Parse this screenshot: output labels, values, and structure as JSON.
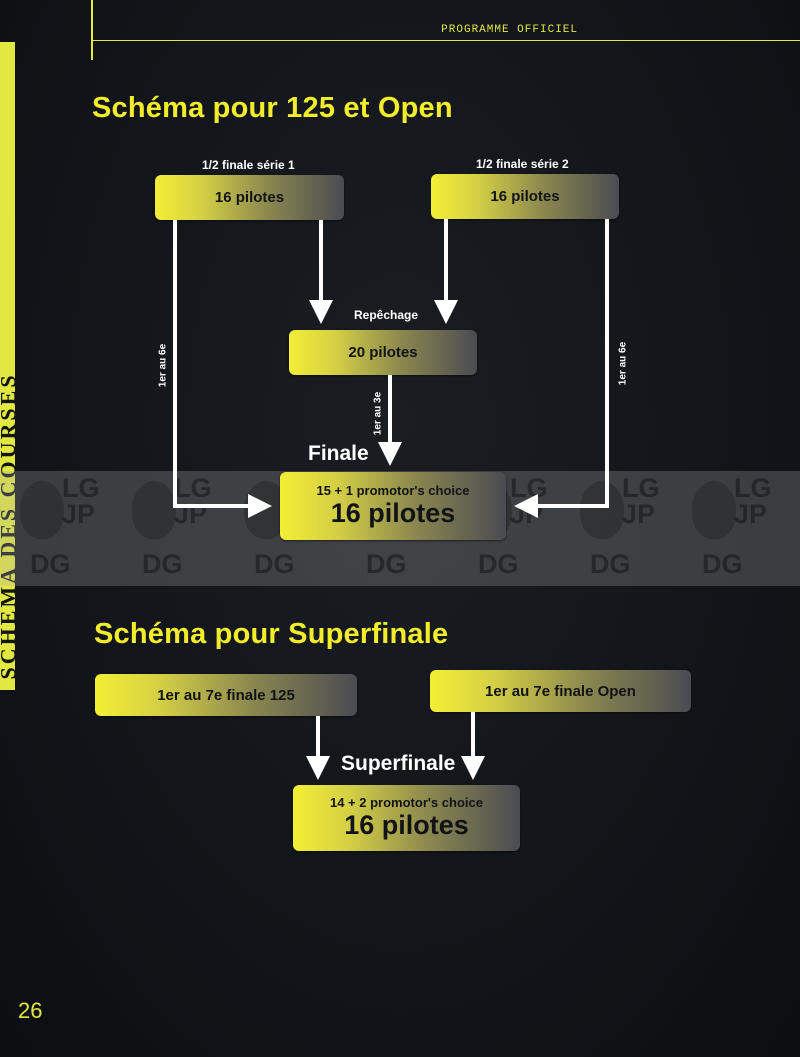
{
  "header": {
    "text": "PROGRAMME OFFICIEL"
  },
  "side_strip": {
    "text": "SCHÉMA DES COURSES"
  },
  "section1": {
    "title": "Schéma pour 125 et Open",
    "semi1_label": "1/2 finale série 1",
    "semi1_box": "16 pilotes",
    "semi2_label": "1/2 finale série 2",
    "semi2_box": "16 pilotes",
    "repechage_label": "Repêchage",
    "repechage_box": "20 pilotes",
    "left_flow_label": "1er au 6e",
    "right_flow_label": "1er au 6e",
    "repechage_flow_label": "1er au 3e",
    "finale_label": "Finale",
    "finale_box_top": "15 + 1 promotor's choice",
    "finale_box_main": "16 pilotes"
  },
  "section2": {
    "title": "Schéma pour Superfinale",
    "left_box": "1er au 7e  finale 125",
    "right_box": "1er au 7e  finale Open",
    "superfinale_label": "Superfinale",
    "superfinale_box_top": "14 + 2 promotor's choice",
    "superfinale_box_main": "16 pilotes"
  },
  "watermark": {
    "line1": "LG",
    "line2": "JP",
    "line3": "DG"
  },
  "page_number": "26",
  "colors": {
    "accent": "#e3e840",
    "title": "#f2ec2a",
    "background": "#111418"
  }
}
